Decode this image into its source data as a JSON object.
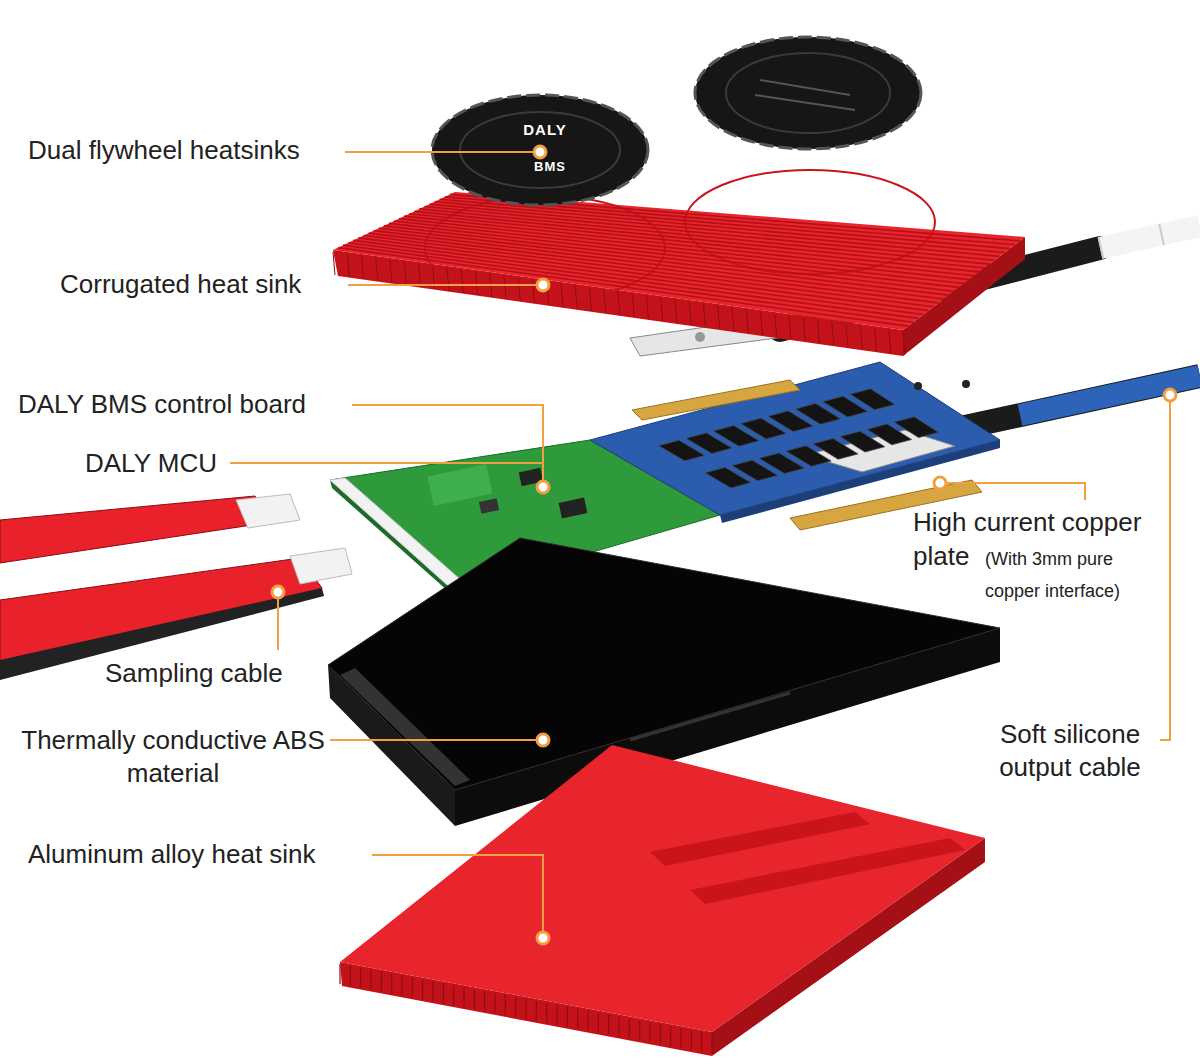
{
  "diagram": {
    "labels": [
      "Dual flywheel heatsinks",
      "Corrugated heat sink",
      "DALY BMS control board",
      "DALY MCU",
      "High current copper plate",
      "(With 3mm pure copper interface)",
      "Sampling cable",
      "Thermally conductive ABS material",
      "Aluminum alloy heat sink",
      "Soft silicone output cable",
      "DALY",
      "BMS"
    ]
  }
}
